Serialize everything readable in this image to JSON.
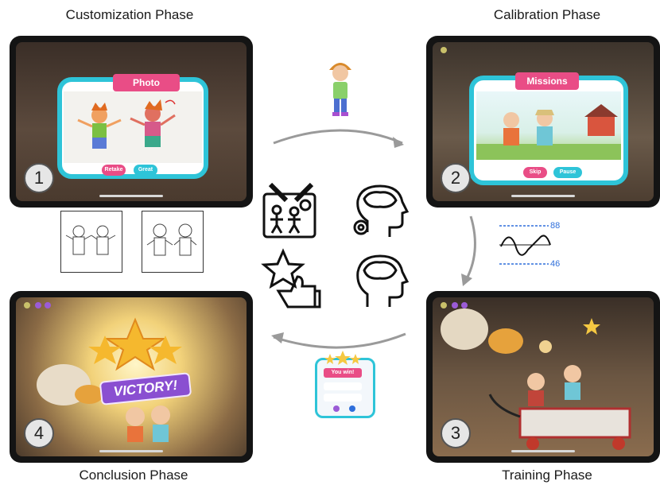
{
  "phases": {
    "customization": {
      "title": "Customization Phase",
      "number": "1",
      "panel_title": "Photo",
      "buttons": [
        "Retake",
        "Great"
      ]
    },
    "calibration": {
      "title": "Calibration Phase",
      "number": "2",
      "panel_title": "Missions",
      "buttons": [
        "Skip",
        "Pause"
      ]
    },
    "training": {
      "title": "Training Phase",
      "number": "3"
    },
    "conclusion": {
      "title": "Conclusion Phase",
      "number": "4",
      "banner": "VICTORY!"
    }
  },
  "signal": {
    "upper": "88",
    "lower": "46"
  },
  "win_card": {
    "title": "You win!"
  },
  "colors": {
    "accent_cyan": "#2ec4d8",
    "accent_pink": "#e94d86",
    "signal_blue": "#2f6fdb",
    "arrow_gray": "#9a9a9a"
  },
  "icons": [
    "child-avatar-icon",
    "drawing-board-icon",
    "brain-gear-icon",
    "star-thumbs-up-icon",
    "brain-head-icon"
  ]
}
